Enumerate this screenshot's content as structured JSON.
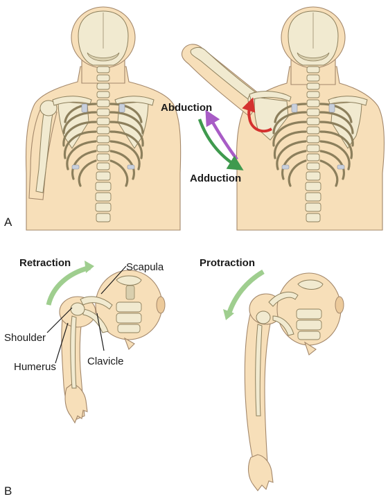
{
  "panel_a": {
    "letter": "A",
    "abduction_label": "Abduction",
    "adduction_label": "Adduction"
  },
  "panel_b": {
    "letter": "B",
    "retraction_label": "Retraction",
    "protraction_label": "Protraction",
    "scapula_label": "Scapula",
    "shoulder_label": "Shoulder",
    "humerus_label": "Humerus",
    "clavicle_label": "Clavicle"
  },
  "colors": {
    "skin": "#f7dfb9",
    "bone": "#f1ead0",
    "abduction_arrow": "#a85cc6",
    "adduction_arrow": "#3f9a4e",
    "rotation_arrow": "#d4312f",
    "motion_arrow": "#9fce8f"
  }
}
